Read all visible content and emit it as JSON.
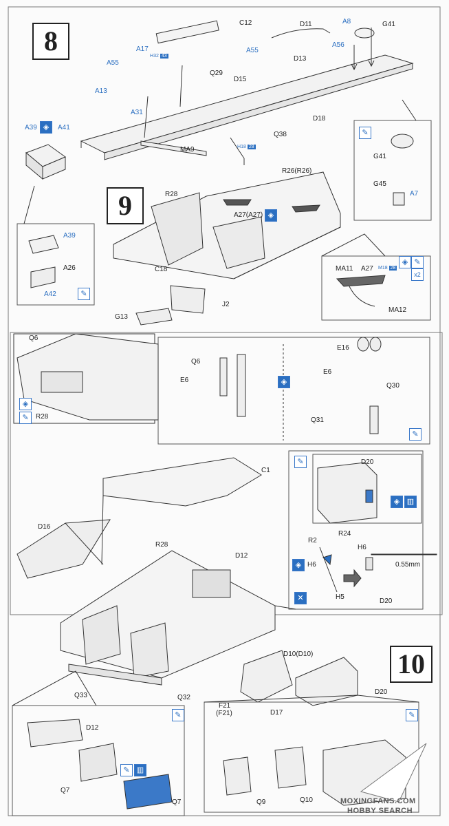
{
  "steps": {
    "s8": "8",
    "s9": "9",
    "s10": "10"
  },
  "labels": {
    "C12": "C12",
    "D11": "D11",
    "A8": "A8",
    "G41": "G41",
    "A17": "A17",
    "A55a": "A55",
    "A55b": "A55",
    "A56": "A56",
    "D13": "D13",
    "Q29": "Q29",
    "D15": "D15",
    "A13": "A13",
    "A31": "A31",
    "D18": "D18",
    "Q38": "Q38",
    "A39": "A39",
    "A41": "A41",
    "MA9": "MA9",
    "G41b": "G41",
    "G45": "G45",
    "A7": "A7",
    "R26": "R26(R26)",
    "R28": "R28",
    "A27": "A27(A27)",
    "C18": "C18",
    "J2": "J2",
    "G13": "G13",
    "A39b": "A39",
    "A26": "A26",
    "A42": "A42",
    "MA11": "MA11",
    "A27b": "A27",
    "MA12": "MA12",
    "Q6": "Q6",
    "R28b": "R28",
    "Q6b": "Q6",
    "E6": "E6",
    "E16": "E16",
    "E6b": "E6",
    "Q30": "Q30",
    "Q31": "Q31",
    "D20": "D20",
    "R2": "R2",
    "R24": "R24",
    "H6": "H6",
    "H6b": "H6",
    "H5": "H5",
    "D20b": "D20",
    "dim": "0.55mm",
    "C1": "C1",
    "D16": "D16",
    "R28c": "R28",
    "D12": "D12",
    "D10": "D10(D10)",
    "Q33": "Q33",
    "Q32": "Q32",
    "F21": "F21",
    "F21b": "(F21)",
    "D17": "D17",
    "D20c": "D20",
    "D12b": "D12",
    "Q7": "Q7",
    "Q7b": "Q7",
    "Q9": "Q9",
    "Q10": "Q10"
  },
  "refs": {
    "h32": "H",
    "h32n": "32",
    "h32b": "43",
    "h18": "H",
    "h18n": "18",
    "h18b": "28",
    "m18": "M",
    "m18n": "18",
    "m18b": "28",
    "x2": "x2"
  },
  "watermark": {
    "line1": "MOXINGFANS.COM",
    "line2": "HOBBY SEARCH"
  }
}
